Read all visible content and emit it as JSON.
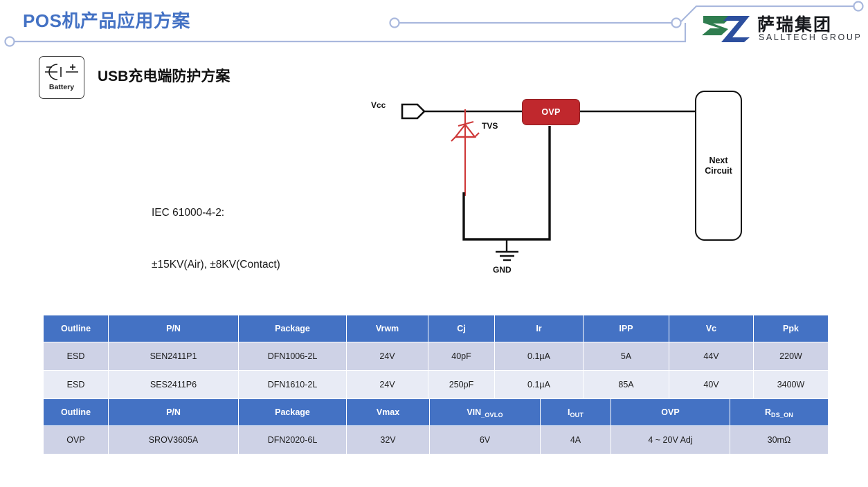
{
  "header": {
    "title": "POS机产品应用方案",
    "title_color": "#4472C4",
    "deco_color": "#a9b8dd"
  },
  "logo": {
    "mark_name": "salltech-logo-mark",
    "mark_green": "#2f7d4f",
    "mark_blue": "#2d4f9e",
    "chinese": "萨瑞集团",
    "english": "SALLTECH GROUP"
  },
  "battery_badge": {
    "icon": "battery-icon",
    "label": "Battery",
    "minus": "–",
    "plus": "+"
  },
  "section": {
    "heading_latin": "USB",
    "heading_cn": "充电端防护方案"
  },
  "spec_note": {
    "line1": "IEC 61000-4-2:",
    "line2": "±15KV(Air), ±8KV(Contact)"
  },
  "circuit": {
    "vcc_label": "Vcc",
    "tvs_label": "TVS",
    "tvs_color": "#cf3a3a",
    "ovp_label": "OVP",
    "ovp_color": "#C0282D",
    "gnd_label": "GND",
    "next_circuit_line1": "Next",
    "next_circuit_line2": "Circuit",
    "wire_color": "#111111"
  },
  "table1": {
    "headers": [
      "Outline",
      "P/N",
      "Package",
      "Vrwm",
      "Cj",
      "Ir",
      "IPP",
      "Vc",
      "Ppk"
    ],
    "rows": [
      [
        "ESD",
        "SEN2411P1",
        "DFN1006-2L",
        "24V",
        "40pF",
        "0.1µA",
        "5A",
        "44V",
        "220W"
      ],
      [
        "ESD",
        "SES2411P6",
        "DFN1610-2L",
        "24V",
        "250pF",
        "0.1µA",
        "85A",
        "40V",
        "3400W"
      ]
    ]
  },
  "table2": {
    "headers": [
      {
        "text": "Outline",
        "sub": ""
      },
      {
        "text": "P/N",
        "sub": ""
      },
      {
        "text": "Package",
        "sub": ""
      },
      {
        "text": "Vmax",
        "sub": ""
      },
      {
        "text": "VIN",
        "sub": "_OVLO"
      },
      {
        "text": "I",
        "sub": "OUT"
      },
      {
        "text": "OVP",
        "sub": ""
      },
      {
        "text": "R",
        "sub": "DS_ON"
      }
    ],
    "rows": [
      [
        "OVP",
        "SROV3605A",
        "DFN2020-6L",
        "32V",
        "6V",
        "4A",
        "4 ~ 20V Adj",
        "30mΩ"
      ]
    ]
  },
  "colors": {
    "header_blue": "#4472C4",
    "row_dark": "#ced2e6",
    "row_light": "#e8ebf5"
  }
}
